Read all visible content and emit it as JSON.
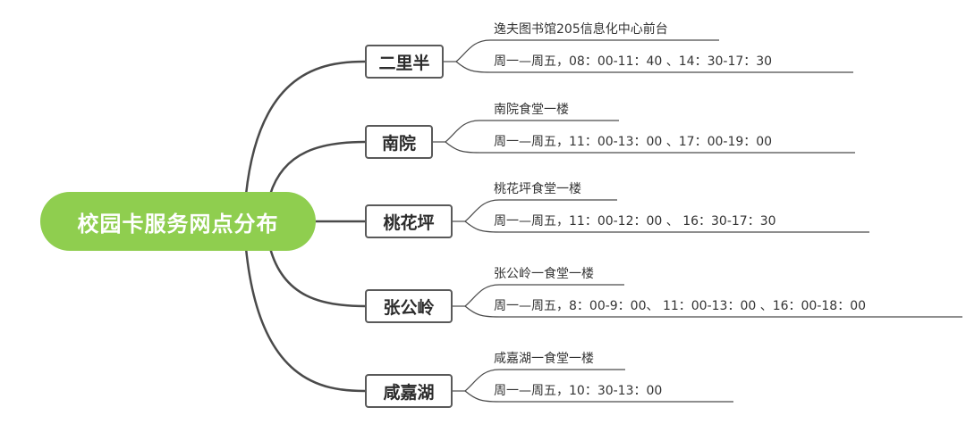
{
  "root": {
    "label": "校园卡服务网点分布",
    "color": "#8fce4f"
  },
  "line_color": "#4a4a4a",
  "branches": [
    {
      "label": "二里半",
      "location": "逸夫图书馆205信息化中心前台",
      "hours": "周一—周五，08：00-11：40 、14：30-17：30"
    },
    {
      "label": "南院",
      "location": "南院食堂一楼",
      "hours": "周一—周五，11：00-13：00 、17：00-19：00"
    },
    {
      "label": "桃花坪",
      "location": "桃花坪食堂一楼",
      "hours": "周一—周五，11：00-12：00 、 16：30-17：30"
    },
    {
      "label": "张公岭",
      "location": "张公岭一食堂一楼",
      "hours": "周一—周五，8：00-9：00、 11：00-13：00 、16：00-18：00"
    },
    {
      "label": "咸嘉湖",
      "location": "咸嘉湖一食堂一楼",
      "hours": "周一—周五，10：30-13：00"
    }
  ]
}
